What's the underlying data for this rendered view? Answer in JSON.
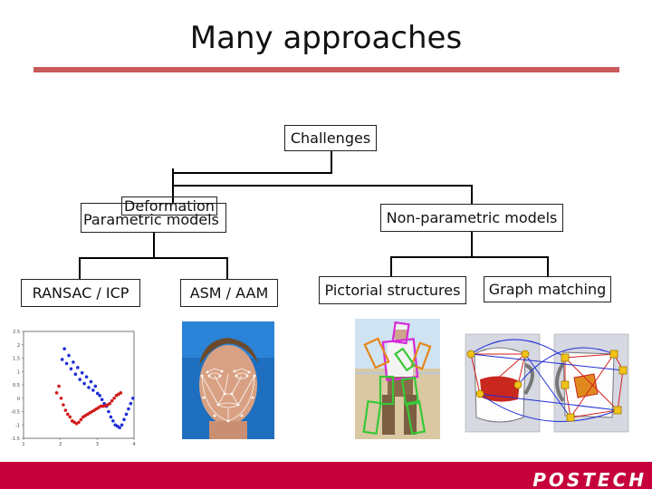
{
  "slide": {
    "title": "Many approaches"
  },
  "tree": {
    "root": "Challenges",
    "left_branch": {
      "overlay_label": "Deformation",
      "label": "Parametric models"
    },
    "right_branch": {
      "label": "Non-parametric models"
    },
    "leaves": [
      "RANSAC / ICP",
      "ASM / AAM",
      "Pictorial structures",
      "Graph matching"
    ]
  },
  "chart_data": {
    "type": "scatter",
    "title": "",
    "xlabel": "",
    "ylabel": "",
    "xlim": [
      1,
      3
    ],
    "ylim": [
      -1.5,
      2.5
    ],
    "x_ticks": [
      "1",
      "2",
      "3",
      "4"
    ],
    "y_ticks": [
      "2.5",
      "2",
      "1.5",
      "1",
      "0.5",
      "0",
      "-0.5",
      "-1",
      "-1.5"
    ],
    "series": [
      {
        "color": "#1f2fd6",
        "points": [
          [
            1.7,
            1.45
          ],
          [
            1.74,
            1.85
          ],
          [
            1.78,
            1.3
          ],
          [
            1.82,
            1.6
          ],
          [
            1.86,
            1.1
          ],
          [
            1.9,
            1.35
          ],
          [
            1.94,
            0.9
          ],
          [
            1.98,
            1.15
          ],
          [
            2.02,
            0.7
          ],
          [
            2.06,
            0.95
          ],
          [
            2.1,
            0.55
          ],
          [
            2.14,
            0.8
          ],
          [
            2.18,
            0.4
          ],
          [
            2.22,
            0.62
          ],
          [
            2.26,
            0.3
          ],
          [
            2.3,
            0.45
          ],
          [
            2.34,
            0.18
          ],
          [
            2.38,
            0.1
          ],
          [
            2.42,
            -0.05
          ],
          [
            2.46,
            -0.2
          ],
          [
            2.5,
            -0.3
          ],
          [
            2.54,
            -0.5
          ],
          [
            2.58,
            -0.7
          ],
          [
            2.62,
            -0.85
          ],
          [
            2.66,
            -1.0
          ],
          [
            2.7,
            -1.05
          ],
          [
            2.74,
            -1.1
          ],
          [
            2.78,
            -1.0
          ],
          [
            2.82,
            -0.8
          ],
          [
            2.86,
            -0.6
          ],
          [
            2.9,
            -0.4
          ],
          [
            2.94,
            -0.2
          ],
          [
            2.98,
            0.0
          ]
        ]
      },
      {
        "color": "#d01a1a",
        "points": [
          [
            1.6,
            0.2
          ],
          [
            1.64,
            0.45
          ],
          [
            1.68,
            0.0
          ],
          [
            1.72,
            -0.25
          ],
          [
            1.76,
            -0.45
          ],
          [
            1.8,
            -0.6
          ],
          [
            1.84,
            -0.7
          ],
          [
            1.88,
            -0.85
          ],
          [
            1.92,
            -0.9
          ],
          [
            1.96,
            -0.95
          ],
          [
            2.0,
            -0.9
          ],
          [
            2.04,
            -0.8
          ],
          [
            2.08,
            -0.7
          ],
          [
            2.12,
            -0.65
          ],
          [
            2.16,
            -0.6
          ],
          [
            2.2,
            -0.55
          ],
          [
            2.24,
            -0.5
          ],
          [
            2.28,
            -0.45
          ],
          [
            2.32,
            -0.4
          ],
          [
            2.36,
            -0.35
          ],
          [
            2.4,
            -0.3
          ],
          [
            2.44,
            -0.3
          ],
          [
            2.48,
            -0.28
          ],
          [
            2.52,
            -0.25
          ],
          [
            2.56,
            -0.2
          ],
          [
            2.6,
            -0.1
          ],
          [
            2.64,
            0.0
          ],
          [
            2.68,
            0.1
          ],
          [
            2.72,
            0.15
          ],
          [
            2.76,
            0.2
          ]
        ]
      }
    ]
  }
}
